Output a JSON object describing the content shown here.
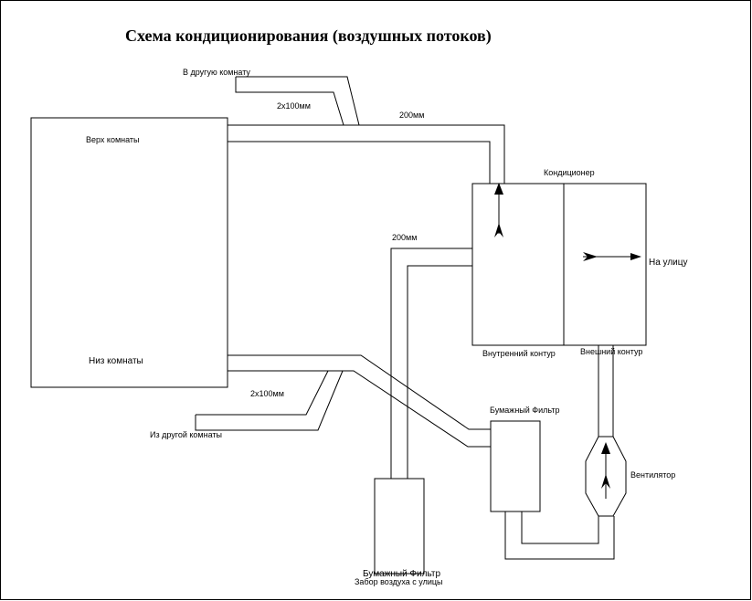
{
  "title": "Схема кондиционирования (воздушных потоков)",
  "labels": {
    "to_other_room": "В другую комнату",
    "duct_top_2x100": "2х100мм",
    "duct_top_200": "200мм",
    "room_top": "Верх комнаты",
    "conditioner": "Кондиционер",
    "duct_mid_200": "200мм",
    "to_street": "На улицу",
    "inner_loop": "Внутренний контур",
    "outer_loop": "Внешний контур",
    "room_bottom": "Низ комнаты",
    "duct_bottom_2x100": "2х100мм",
    "from_other_room": "Из другой комнаты",
    "paper_filter_right": "Бумажный Фильтр",
    "fan": "Вентилятор",
    "paper_filter_bottom": "Бумажный Фильтр",
    "street_intake": "Забор воздуха с улицы"
  }
}
